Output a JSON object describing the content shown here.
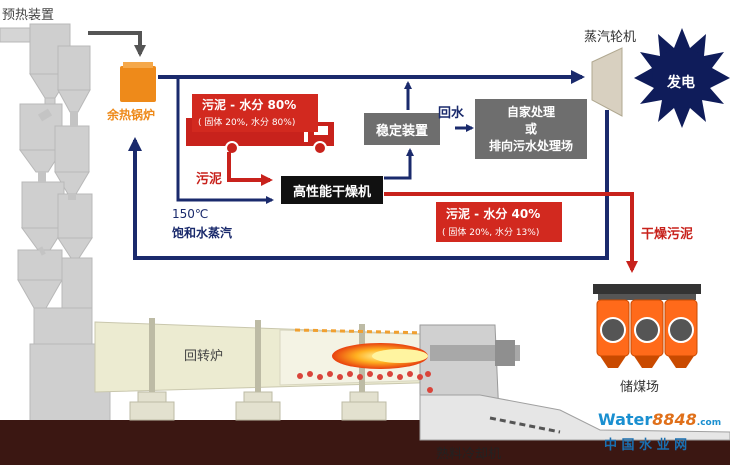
{
  "labels": {
    "preheater": "预热装置",
    "boiler": "余热锅炉",
    "turbine": "蒸汽轮机",
    "generator": "发电",
    "sludge": "污泥",
    "steam_temp": "150℃",
    "steam_name": "饱和水蒸汽",
    "dryer": "高性能干燥机",
    "stabilizer": "稳定装置",
    "return_water": "回水",
    "treatment_line1": "自家处理",
    "treatment_line2": "或",
    "treatment_line3": "排向污水处理场",
    "dried_sludge": "干燥污泥",
    "coal_storage": "储煤场",
    "kiln": "回转炉",
    "clinker_cooler": "熟料冷却机"
  },
  "wet_sludge_box": {
    "title": "污泥 - 水分 80%",
    "detail": "( 固体 20%, 水分 80%)"
  },
  "dry_sludge_box": {
    "title": "污泥 - 水分 40%",
    "detail": "( 固体 20%, 水分 13%)"
  },
  "watermark": {
    "brand_water": "Water",
    "brand_num": "8848",
    "brand_tld": ".com",
    "cn": "中 国 水 业 网"
  },
  "colors": {
    "navy": "#1a2a6c",
    "red": "#c8221c",
    "orange": "#ee8a1a",
    "dark_box": "#111111",
    "gray_box": "#6e6e6e"
  }
}
